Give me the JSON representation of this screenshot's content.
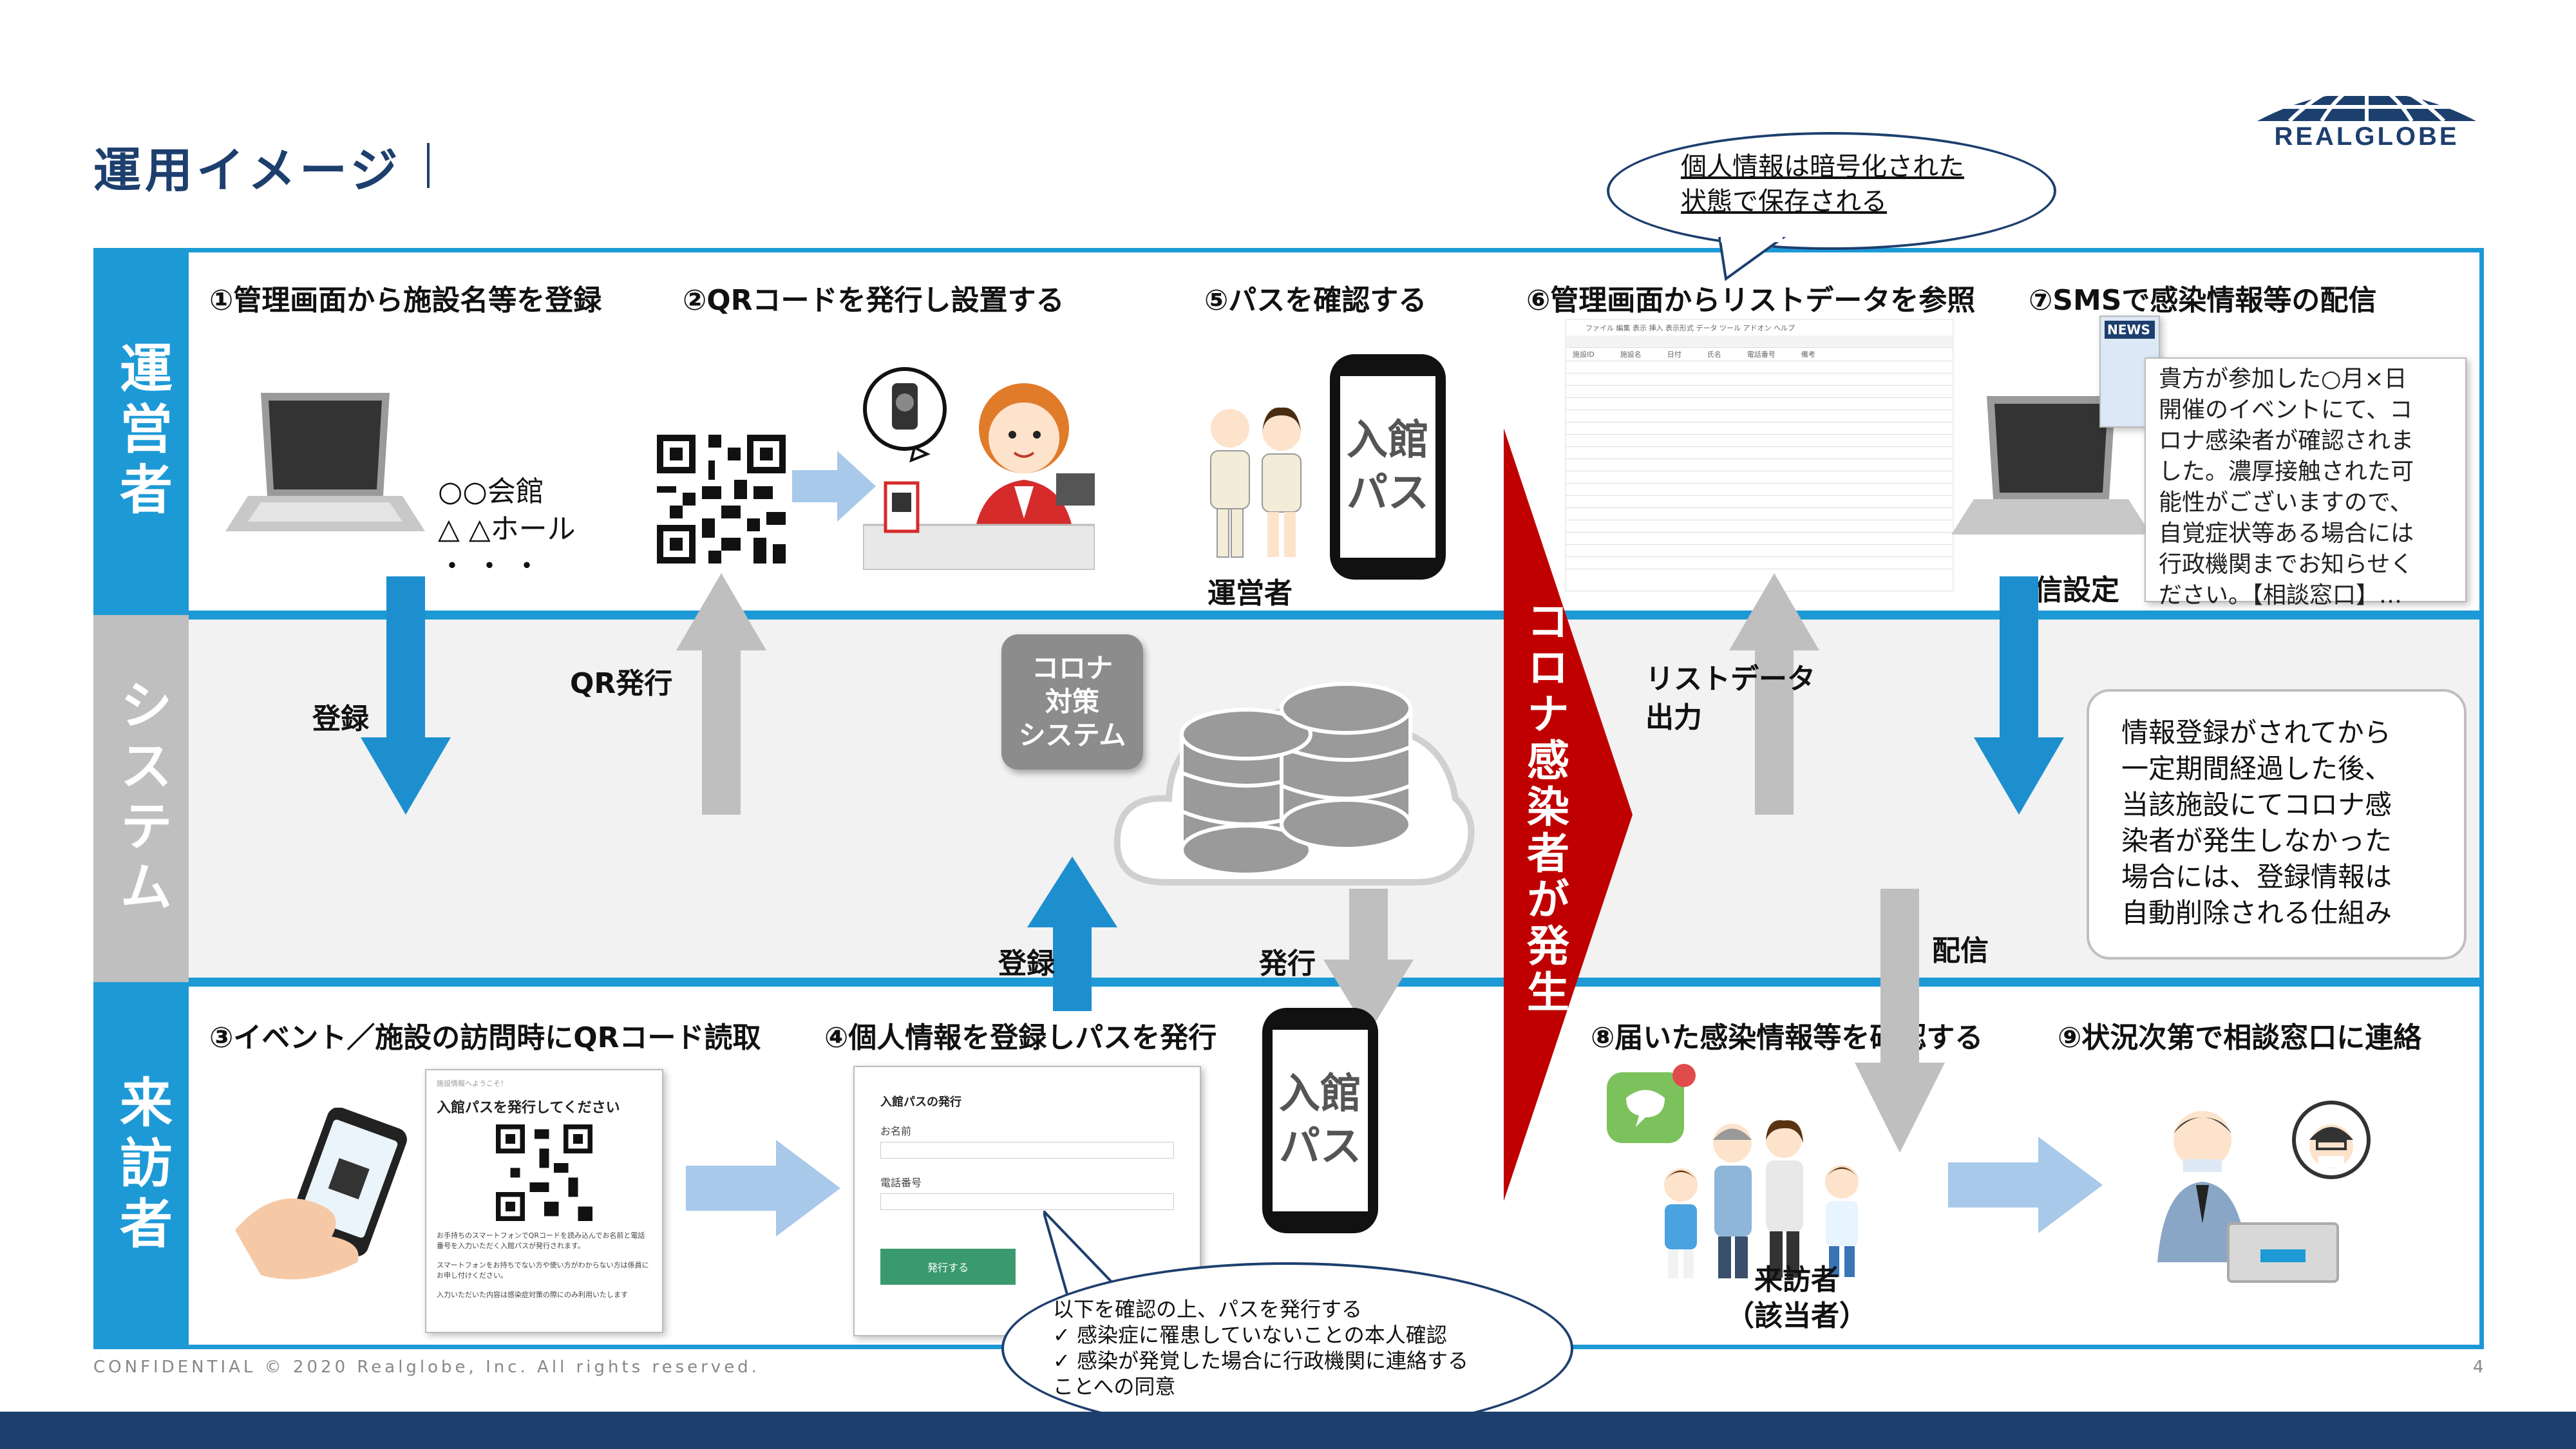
{
  "header": {
    "title": "運用イメージ",
    "logo_text": "REALGLOBE"
  },
  "rows": {
    "operator": "運営者",
    "system": "システム",
    "visitor": "来訪者"
  },
  "steps": {
    "s1": "①管理画面から施設名等を登録",
    "s2": "②QRコードを発行し設置する",
    "s3": "③イベント／施設の訪問時にQRコード読取",
    "s4": "④個人情報を登録しパスを発行",
    "s5": "⑤パスを確認する",
    "s6": "⑥管理画面からリストデータを参照",
    "s7": "⑦SMSで感染情報等の配信",
    "s8": "⑧届いた感染情報等を確認する",
    "s9": "⑨状況次第で相談窓口に連絡"
  },
  "facility_list": [
    "○○会館",
    "△ △ホール",
    "・ ・ ・"
  ],
  "labels": {
    "register": "登録",
    "qr_issue": "QR発行",
    "register2": "登録",
    "issue": "発行",
    "list_output": [
      "リストデータ",
      "出力"
    ],
    "deliver": "配信",
    "deliver_setting": "配信設定",
    "operator_person": "運営者",
    "visitor_person": [
      "来訪者",
      "（該当者）"
    ]
  },
  "system_badge": [
    "コロナ",
    "対策",
    "システム"
  ],
  "pass_text": [
    "入館",
    "パス"
  ],
  "corona_banner": "コロナ感染者が発生",
  "callout_encrypt": [
    "個人情報は暗号化された",
    "状態で保存される"
  ],
  "notice_text": [
    "貴方が参加した○月×日",
    "開催のイベントにて、コ",
    "ロナ感染者が確認されま",
    "した。濃厚接触された可",
    "能性がございますので、",
    "自覚症状等ある場合には",
    "行政機関までお知らせく",
    "ださい。【相談窓口】…"
  ],
  "news_badge": "NEWS",
  "auto_delete": [
    "情報登録がされてから",
    "一定期間経過した後、",
    "当該施設にてコロナ感",
    "染者が発生しなかった",
    "場合には、登録情報は",
    "自動削除される仕組み"
  ],
  "consent_callout": [
    "以下を確認の上、パスを発行する",
    "✓  感染症に罹患していないことの本人確認",
    "✓  感染が発覚した場合に行政機関に連絡する",
    "    ことへの同意"
  ],
  "form_qr": {
    "header": "施設情報へようこそ！",
    "title": "入館パスを発行してください",
    "body1": "お手持ちのスマートフォンでQRコードを読み込んでお名前と電話番号を入力いただく入館パスが発行されます。",
    "body2": "スマートフォンをお持ちでない方や使い方がわからない方は係員にお申し付けください。",
    "body3": "入力いただいた内容は感染症対策の際にのみ利用いたします"
  },
  "form_pass": {
    "title": "入館パスの発行",
    "name_label": "お名前",
    "phone_label": "電話番号",
    "submit": "発行する"
  },
  "sheet": {
    "menu": "ファイル  編集  表示  挿入  表示形式  データ  ツール  アドオン  ヘルプ",
    "headers": [
      "施設ID",
      "施設名",
      "日付",
      "氏名",
      "電話番号",
      "備考"
    ]
  },
  "footer": {
    "confidential": "CONFIDENTIAL © 2020 Realglobe, Inc. All rights reserved.",
    "page": "4"
  },
  "colors": {
    "navy": "#1d3f6e",
    "blue": "#1d9ad6",
    "gray": "#bfbfbf",
    "red": "#c00000",
    "light_blue": "#a8c9ea"
  }
}
